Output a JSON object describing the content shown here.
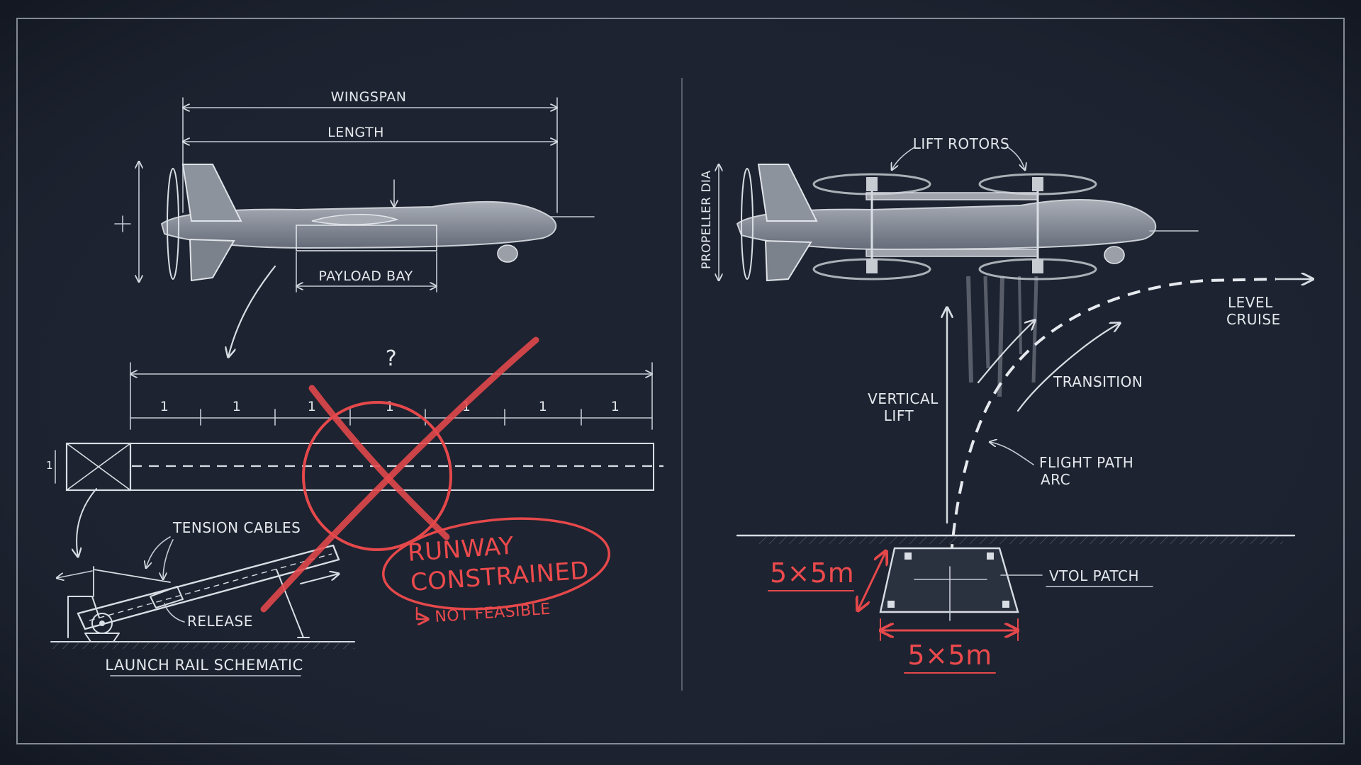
{
  "left_panel": {
    "wingspan_label": "WINGSPAN",
    "length_label": "LENGTH",
    "payload_bay_label": "PAYLOAD BAY",
    "runway_length_unknown": "?",
    "runway_segment_labels": [
      "1",
      "1",
      "1",
      "1",
      "1",
      "1",
      "1"
    ],
    "runway_width_label": "1",
    "tension_cables_label": "TENSION CABLES",
    "release_label": "RELEASE",
    "launch_rail_label": "LAUNCH RAIL SCHEMATIC",
    "runway_constrained_line1": "RUNWAY",
    "runway_constrained_line2": "CONSTRAINED",
    "not_feasible_label": "NOT FEASIBLE"
  },
  "right_panel": {
    "lift_rotors_label": "LIFT ROTORS",
    "propeller_dia_label": "PROPELLER DIA",
    "level_cruise_line1": "LEVEL",
    "level_cruise_line2": "CRUISE",
    "transition_label": "TRANSITION",
    "vertical_lift_line1": "VERTICAL",
    "vertical_lift_line2": "LIFT",
    "flight_path_line1": "FLIGHT PATH",
    "flight_path_line2": "ARC",
    "vtol_patch_label": "VTOL PATCH",
    "patch_dim_side": "5×5m",
    "patch_dim_bottom": "5×5m"
  },
  "colors": {
    "board": "#1d2330",
    "chalk": "#d9dde4",
    "accent_red": "#e5484b"
  }
}
